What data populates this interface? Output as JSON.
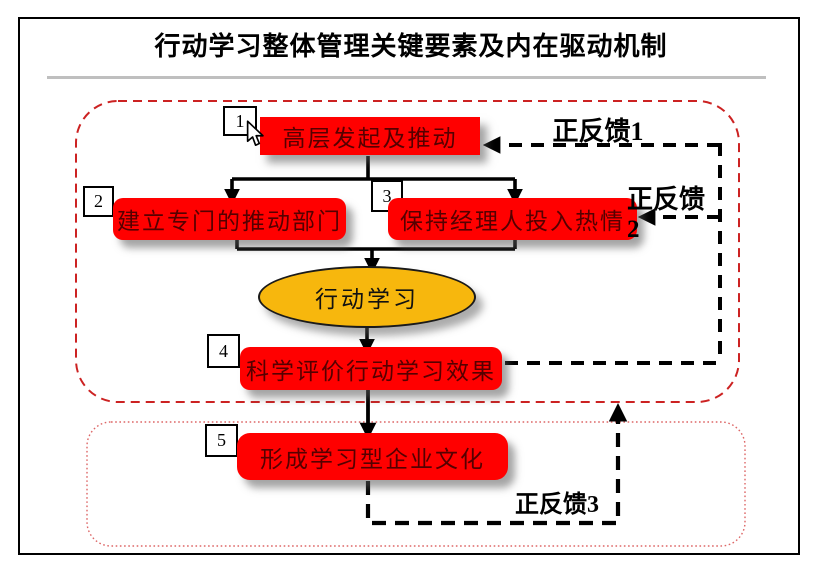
{
  "slide": {
    "title": "行动学习整体管理关键要素及内在驱动机制"
  },
  "diagram": {
    "nodes": {
      "box1": {
        "num": "1",
        "label": "高层发起及推动"
      },
      "box2": {
        "num": "2",
        "label": "建立专门的推动部门"
      },
      "box3": {
        "num": "3",
        "label": "保持经理人投入热情"
      },
      "ellipse": {
        "label": "行动学习"
      },
      "box4": {
        "num": "4",
        "label": "科学评价行动学习效果"
      },
      "box5": {
        "num": "5",
        "label": "形成学习型企业文化"
      }
    },
    "edges": [
      {
        "from": "box1",
        "to": "box2",
        "style": "solid"
      },
      {
        "from": "box1",
        "to": "box3",
        "style": "solid"
      },
      {
        "from": "box2",
        "to": "ellipse",
        "style": "solid"
      },
      {
        "from": "box3",
        "to": "ellipse",
        "style": "solid"
      },
      {
        "from": "ellipse",
        "to": "box4",
        "style": "solid"
      },
      {
        "from": "box4",
        "to": "box5",
        "style": "solid"
      },
      {
        "from": "feedback-right-rail",
        "to": "box1",
        "style": "dashed",
        "label": "正反馈1"
      },
      {
        "from": "feedback-right-rail",
        "to": "box3",
        "style": "dashed",
        "label": "正反馈2"
      },
      {
        "from": "box4",
        "to": "feedback-right-rail",
        "style": "dashed"
      },
      {
        "from": "box5",
        "to": "container1",
        "style": "dashed",
        "label": "正反馈3"
      }
    ],
    "feedback_labels": {
      "f1": "正反馈1",
      "f2_line1": "正反馈",
      "f2_line2": "2",
      "f3": "正反馈3"
    },
    "colors": {
      "node_fill": "#FF0000",
      "node_text": "#550000",
      "ellipse_fill": "#F7B70D",
      "container1_border": "#CC2222",
      "container2_border": "#DD6666",
      "connector": "#000000",
      "divider": "#BFBFBF"
    }
  }
}
